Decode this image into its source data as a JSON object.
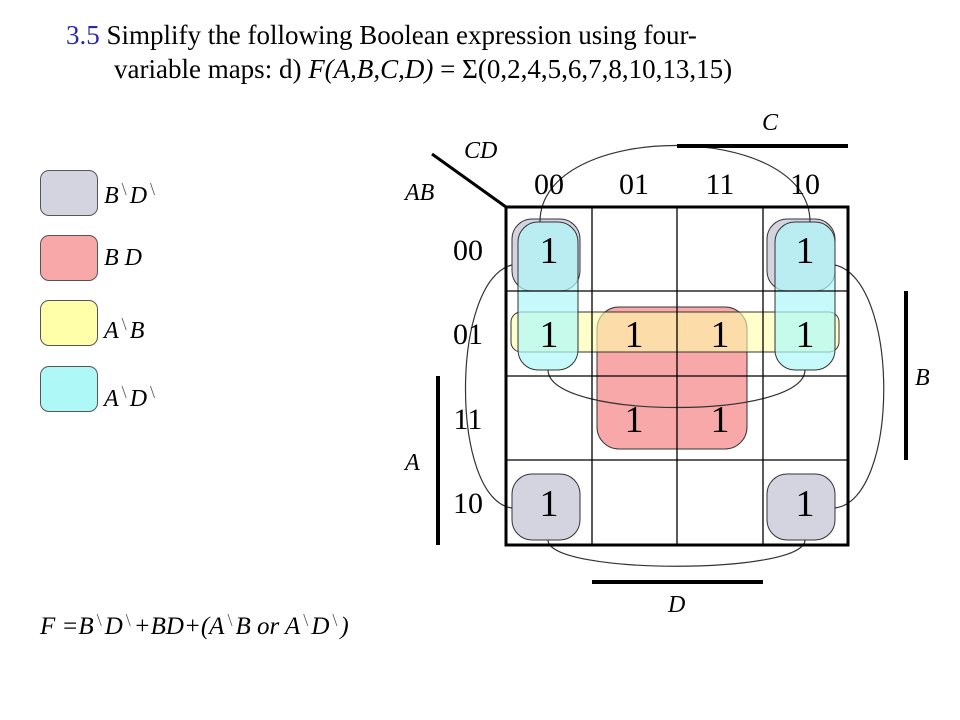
{
  "title": {
    "number": "3.5",
    "line1": "Simplify the following Boolean expression using four-",
    "line2_prefix": "variable maps: d) ",
    "line2_function": "F(A,B,C,D)",
    "line2_equals": " = ",
    "line2_sigma": "Σ",
    "line2_terms": "(0,2,4,5,6,7,8,10,13,15)"
  },
  "kmap": {
    "col_var_label": "CD",
    "row_var_label": "AB",
    "col_headers": [
      "00",
      "01",
      "11",
      "10"
    ],
    "row_headers": [
      "00",
      "01",
      "11",
      "10"
    ],
    "cells": [
      [
        "1",
        "",
        "",
        "1"
      ],
      [
        "1",
        "1",
        "1",
        "1"
      ],
      [
        "",
        "1",
        "1",
        ""
      ],
      [
        "1",
        "",
        "",
        "1"
      ]
    ],
    "var_c": "C",
    "var_b": "B",
    "var_a": "A",
    "var_d": "D",
    "minterms": [
      0,
      2,
      4,
      5,
      6,
      7,
      8,
      10,
      13,
      15
    ]
  },
  "legend": [
    {
      "v1": "B",
      "v2": "D",
      "primed": true,
      "color": "#d4d4e0"
    },
    {
      "v1": "B",
      "v2": "D",
      "primed": false,
      "color": "#f8a8a8"
    },
    {
      "v1": "A",
      "v2": "B",
      "primed": true,
      "color": "#ffffaa"
    },
    {
      "v1": "A",
      "v2": "D",
      "primed": true,
      "color": "#aef8f8"
    }
  ],
  "formula": {
    "lhs": "F =",
    "t1": "B",
    "t2": "D",
    "t3": "+BD+(A",
    "t4": "B or A",
    "t5": "D",
    "t6": ")"
  }
}
